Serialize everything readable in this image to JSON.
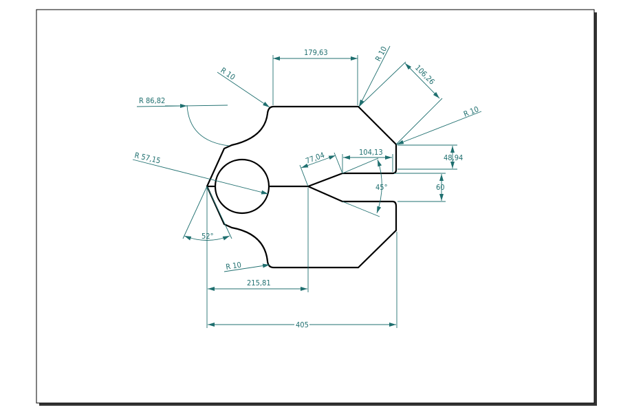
{
  "drawing": {
    "colors": {
      "dimension": "#1f6f6f",
      "outline": "#000000",
      "frame": "#000000"
    },
    "dimensions": {
      "top_width": "179,63",
      "r_top_left": "R 10",
      "r_top_right": "R 10",
      "chamfer_length": "106,26",
      "r_right": "R 10",
      "r_large_arc": "R 86,82",
      "r_circle": "R 57,15",
      "slot_taper": "77,04",
      "slot_length": "104,13",
      "right_height": "48,94",
      "slot_width": "60",
      "slot_angle": "45°",
      "tip_angle": "52°",
      "r_bottom_left": "R 10",
      "tip_to_slot": "215,81",
      "overall_width": "405"
    }
  }
}
